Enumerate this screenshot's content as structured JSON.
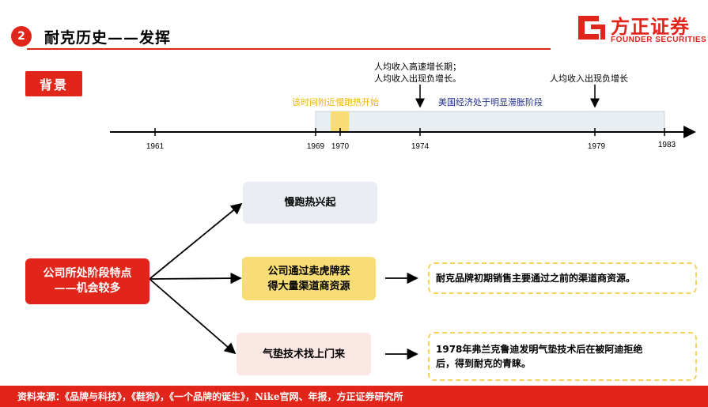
{
  "header": {
    "section_number": "2",
    "title": "耐克历史——发挥"
  },
  "logo": {
    "name_cn": "方正证券",
    "name_en": "FOUNDER SECURITIES"
  },
  "background_badge": "背景",
  "timeline": {
    "years": [
      "1961",
      "1969",
      "1970",
      "1974",
      "1979",
      "1983"
    ],
    "annotation_1974_line1": "人均收入高速增长期；",
    "annotation_1974_line2": "人均收入出现负增长。",
    "annotation_1979": "人均收入出现负增长",
    "jogging_label": "该时间附近慢跑热开始",
    "stagflation_label": "美国经济处于明显滞胀阶段"
  },
  "diagram": {
    "root_line1": "公司所处阶段特点",
    "root_line2": "——机会较多",
    "branch_1": "慢跑热兴起",
    "branch_2_line1": "公司通过卖虎牌获",
    "branch_2_line2": "得大量渠道商资源",
    "branch_3": "气垫技术找上门来",
    "note_2": "耐克品牌初期销售主要通过之前的渠道商资源。",
    "note_3_line1": "1978年弗兰克鲁迪发明气垫技术后在被阿迪拒绝",
    "note_3_line2": "后，得到耐克的青睐。"
  },
  "footer": {
    "source": "资料来源：《品牌与科技》，《鞋狗》，《一个品牌的诞生》，Nike官网、年报，方正证券研究所"
  },
  "colors": {
    "brand_red": "#e1251b",
    "gold": "#f0b400",
    "navy": "#1f2d8c",
    "yellow_box": "#f8dc74",
    "gray_box": "#e9edf3",
    "pink_box": "#fbe8e4"
  }
}
